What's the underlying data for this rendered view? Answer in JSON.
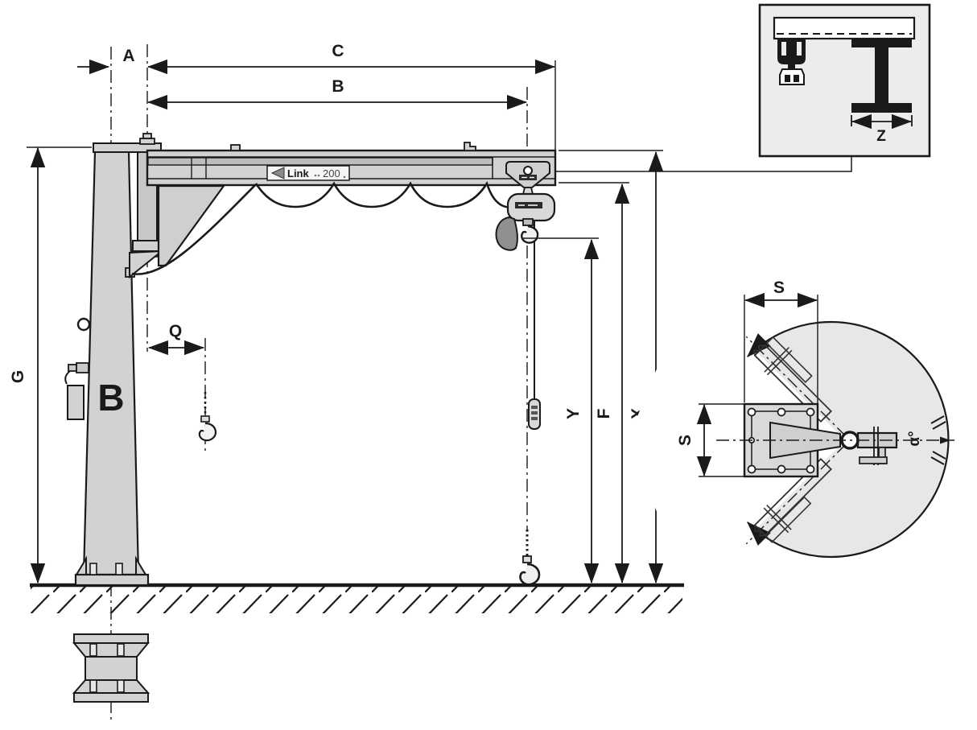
{
  "drawing": {
    "kind": "technical dimensional diagram",
    "subject": "pillar-mounted slewing jib crane with chain hoist trolley"
  },
  "labels": {
    "dim_a": "A",
    "dim_b": "B",
    "dim_c": "C",
    "dim_g": "G",
    "dim_q": "Q",
    "dim_y": "Y",
    "dim_f": "F",
    "dim_x": "X",
    "dim_s_top": "S",
    "dim_s_side": "S",
    "dim_z": "Z",
    "angle_alpha": "α°"
  },
  "markings": {
    "beam_brand": "Link",
    "beam_model": "200",
    "column_logo": "B"
  },
  "colors": {
    "line": "#1a1a1a",
    "steel": "#d2d2d2",
    "steel_dark": "#bdbdbd",
    "panel": "#ececec",
    "disc": "#e7e7e7",
    "paper": "#ffffff"
  }
}
